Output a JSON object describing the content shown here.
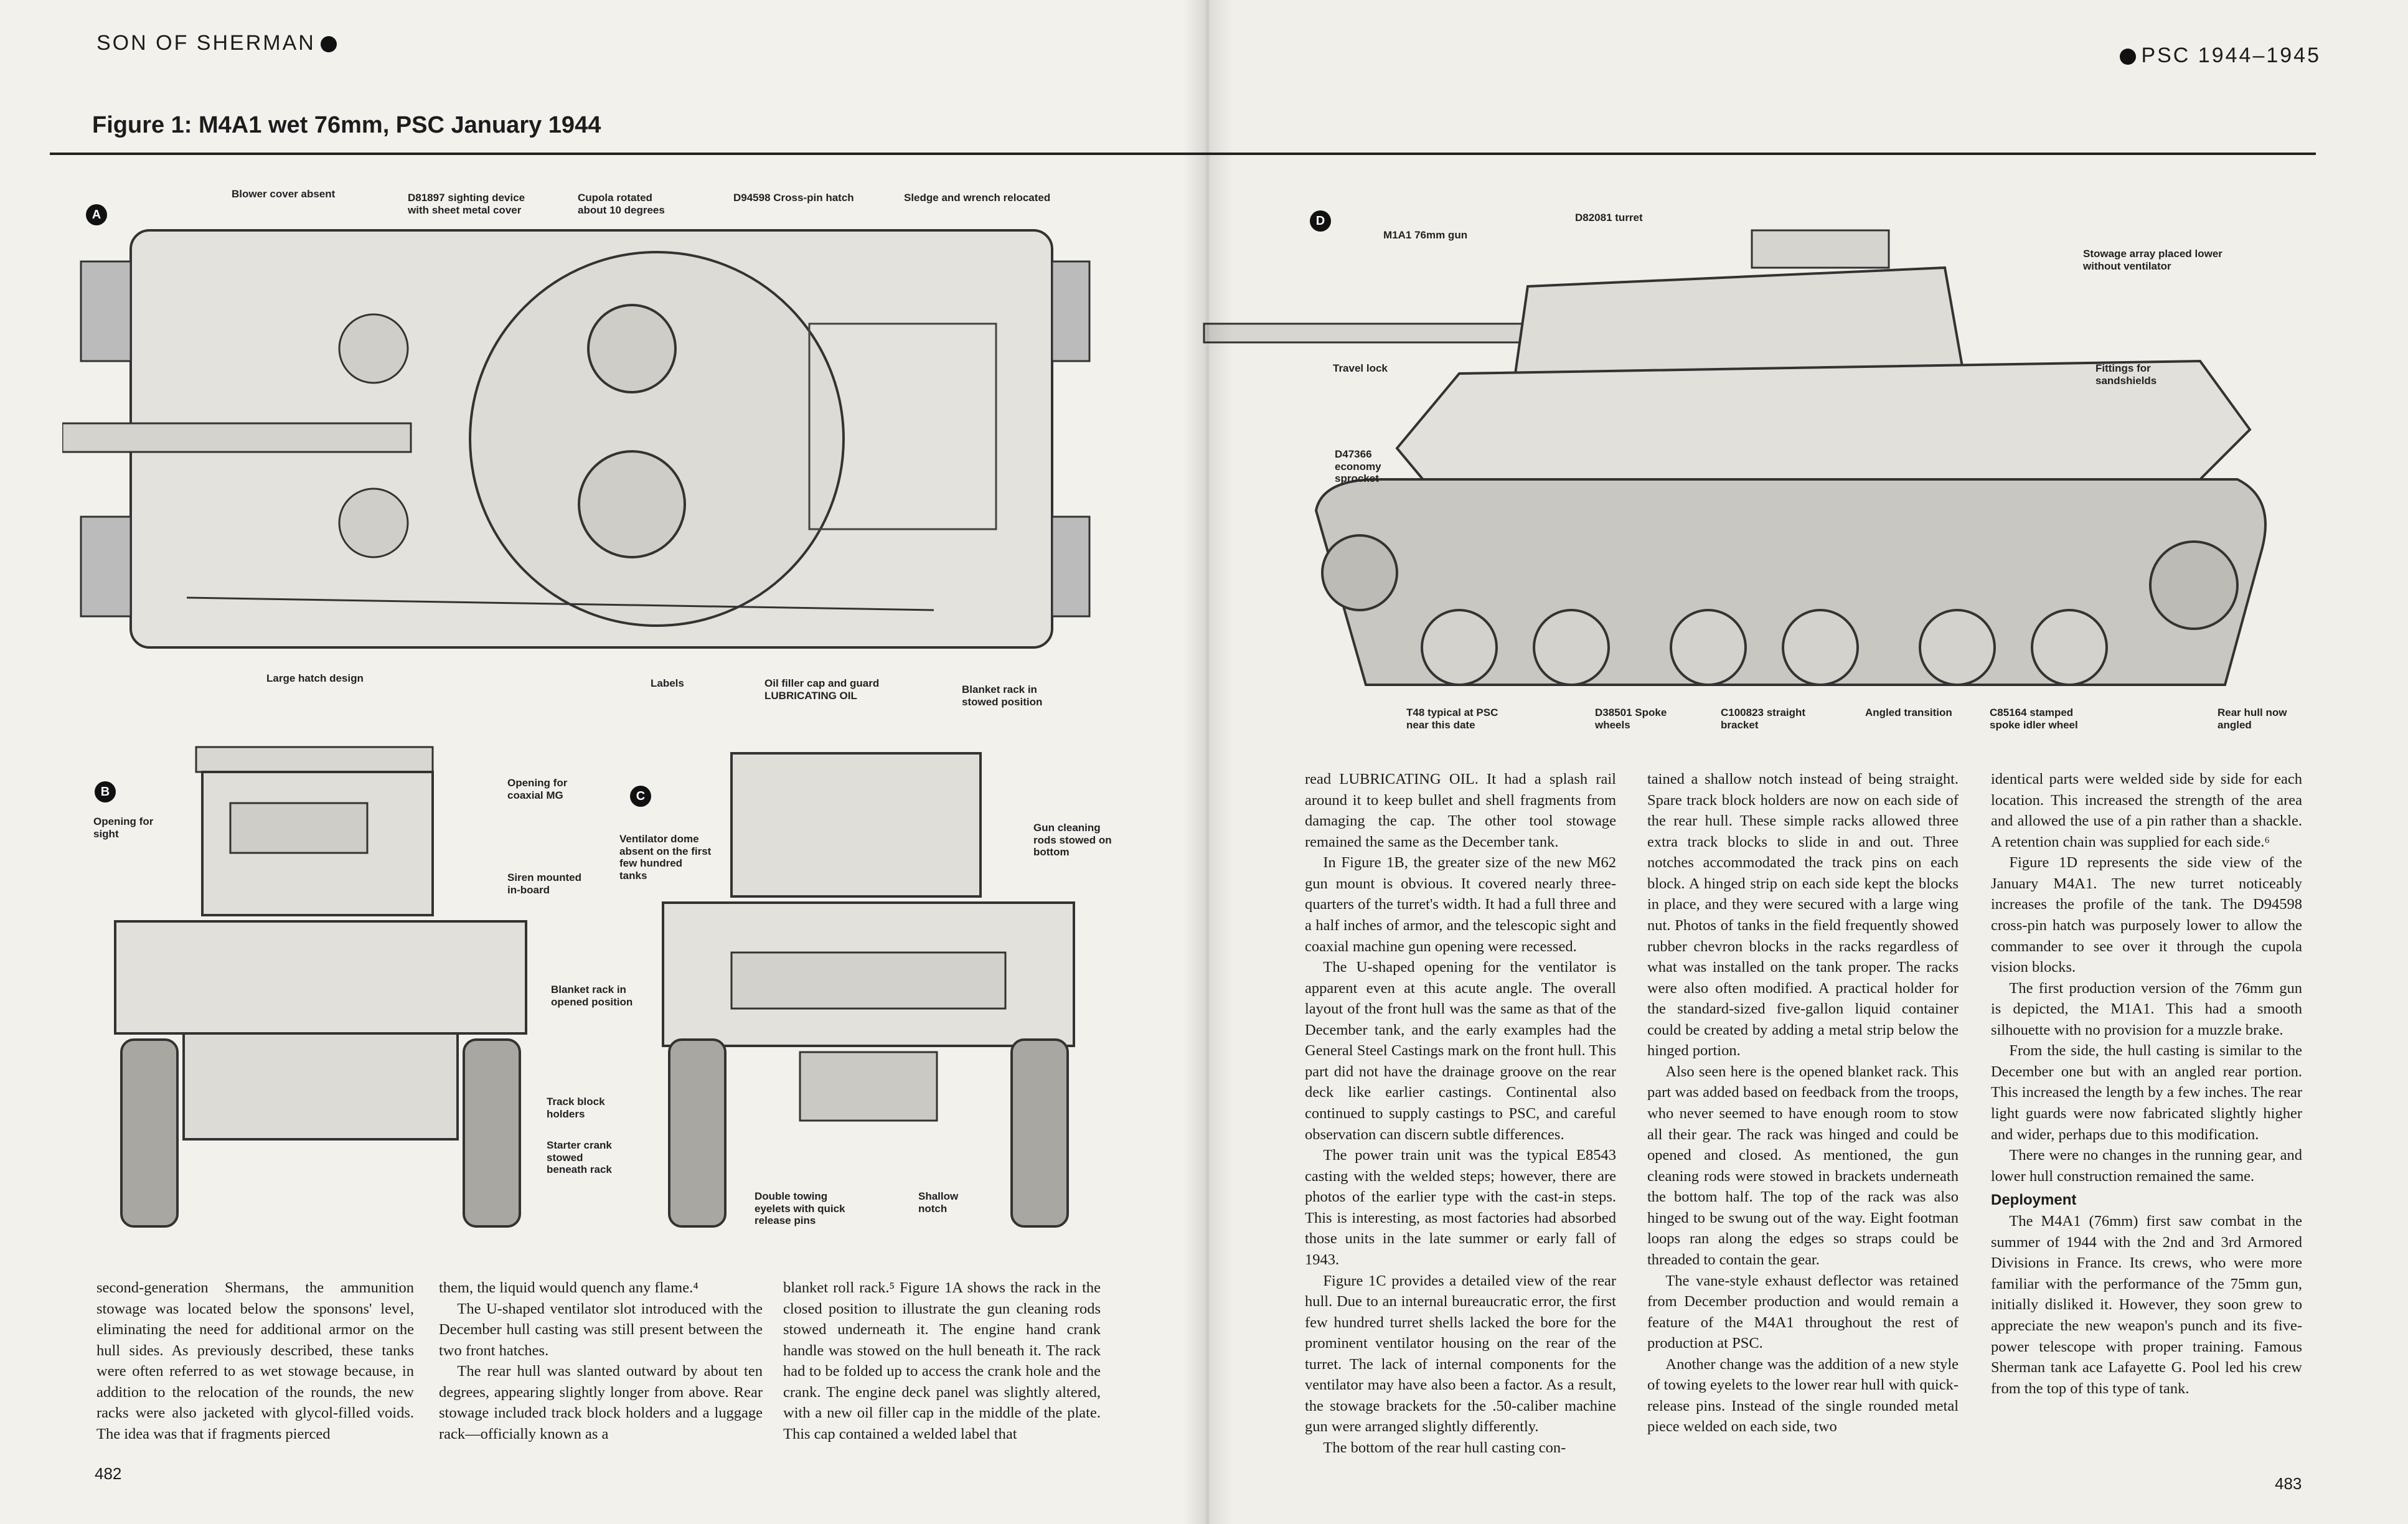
{
  "header": {
    "left": "SON OF SHERMAN",
    "right": "PSC 1944–1945",
    "figure_title": "Figure 1: M4A1 wet 76mm, PSC January 1944"
  },
  "plates": {
    "A": "A",
    "B": "B",
    "C": "C",
    "D": "D"
  },
  "callouts": {
    "blower": "Blower cover absent",
    "sight": "D81897 sighting device with sheet metal cover",
    "cupola": "Cupola rotated about 10 degrees",
    "hatch": "D94598 Cross-pin hatch",
    "sledge": "Sledge and wrench relocated",
    "large_hatch": "Large hatch design",
    "labels": "Labels",
    "oil": "Oil filler cap and guard LUBRICATING OIL",
    "blanket_stowed": "Blanket rack in stowed position",
    "opening_sight": "Opening for sight",
    "opening_mg": "Opening for coaxial MG",
    "siren": "Siren mounted in-board",
    "blanket_open": "Blanket rack in opened position",
    "track_block": "Track block holders",
    "starter": "Starter crank stowed beneath rack",
    "ventilator": "Ventilator dome absent on the first few hundred tanks",
    "gun_rods": "Gun cleaning rods stowed on bottom",
    "towing": "Double towing eyelets with quick release pins",
    "shallow": "Shallow notch",
    "gun": "M1A1 76mm gun",
    "turret": "D82081 turret",
    "stowage": "Stowage array placed lower without ventilator",
    "travel_lock": "Travel lock",
    "fittings": "Fittings for sandshields",
    "sprocket": "D47366 economy sprocket",
    "t48": "T48 typical at PSC near this date",
    "spoke": "D38501 Spoke wheels",
    "bracket": "C100823 straight bracket",
    "angled": "Angled transition",
    "idler": "C85164 stamped spoke idler wheel",
    "rear_hull": "Rear hull now angled"
  },
  "text": {
    "left_col1": [
      "second-generation Shermans, the ammunition stowage was located below the sponsons' level, eliminating the need for additional armor on the hull sides. As previously described, these tanks were often referred to as wet stowage because, in addition to the relocation of the rounds, the new racks were also jacketed with glycol-filled voids. The idea was that if fragments pierced"
    ],
    "left_col2": [
      "them, the liquid would quench any flame.⁴",
      "The U-shaped ventilator slot introduced with the December hull casting was still present between the two front hatches.",
      "The rear hull was slanted outward by about ten degrees, appearing slightly longer from above. Rear stowage included track block holders and a luggage rack—officially known as a"
    ],
    "left_col3": [
      "blanket roll rack.⁵ Figure 1A shows the rack in the closed position to illustrate the gun cleaning rods stowed underneath it. The engine hand crank handle was stowed on the hull beneath it. The rack had to be folded up to access the crank hole and the crank. The engine deck panel was slightly altered, with a new oil filler cap in the middle of the plate. This cap contained a welded label that"
    ],
    "right_col1": [
      "read LUBRICATING OIL. It had a splash rail around it to keep bullet and shell fragments from damaging the cap. The other tool stowage remained the same as the December tank.",
      "In Figure 1B, the greater size of the new M62 gun mount is obvious. It covered nearly three-quarters of the turret's width. It had a full three and a half inches of armor, and the telescopic sight and coaxial machine gun opening were recessed.",
      "The U-shaped opening for the ventilator is apparent even at this acute angle. The overall layout of the front hull was the same as that of the December tank, and the early examples had the General Steel Castings mark on the front hull. This part did not have the drainage groove on the rear deck like earlier castings. Continental also continued to supply castings to PSC, and careful observation can discern subtle differences.",
      "The power train unit was the typical E8543 casting with the welded steps; however, there are photos of the earlier type with the cast-in steps. This is interesting, as most factories had absorbed those units in the late summer or early fall of 1943.",
      "Figure 1C provides a detailed view of the rear hull. Due to an internal bureaucratic error, the first few hundred turret shells lacked the bore for the prominent ventilator housing on the rear of the turret. The lack of internal components for the ventilator may have also been a factor. As a result, the stowage brackets for the .50-caliber machine gun were arranged slightly differently.",
      "The bottom of the rear hull casting con-"
    ],
    "right_col2": [
      "tained a shallow notch instead of being straight. Spare track block holders are now on each side of the rear hull. These simple racks allowed three extra track blocks to slide in and out. Three notches accommodated the track pins on each block. A hinged strip on each side kept the blocks in place, and they were secured with a large wing nut. Photos of tanks in the field frequently showed rubber chevron blocks in the racks regardless of what was installed on the tank proper. The racks were also often modified. A practical holder for the standard-sized five-gallon liquid container could be created by adding a metal strip below the hinged portion.",
      "Also seen here is the opened blanket rack. This part was added based on feedback from the troops, who never seemed to have enough room to stow all their gear. The rack was hinged and could be opened and closed. As mentioned, the gun cleaning rods were stowed in brackets underneath the bottom half. The top of the rack was also hinged to be swung out of the way. Eight footman loops ran along the edges so straps could be threaded to contain the gear.",
      "The vane-style exhaust deflector was retained from December production and would remain a feature of the M4A1 throughout the rest of production at PSC.",
      "Another change was the addition of a new style of towing eyelets to the lower rear hull with quick-release pins. Instead of the single rounded metal piece welded on each side, two"
    ],
    "right_col3": [
      "identical parts were welded side by side for each location. This increased the strength of the area and allowed the use of a pin rather than a shackle. A retention chain was supplied for each side.⁶",
      "Figure 1D represents the side view of the January M4A1. The new turret noticeably increases the profile of the tank. The D94598 cross-pin hatch was purposely lower to allow the commander to see over it through the cupola vision blocks.",
      "The first production version of the 76mm gun is depicted, the M1A1. This had a smooth silhouette with no provision for a muzzle brake.",
      "From the side, the hull casting is similar to the December one but with an angled rear portion. This increased the length by a few inches. The rear light guards were now fabricated slightly higher and wider, perhaps due to this modification.",
      "There were no changes in the running gear, and lower hull construction remained the same."
    ],
    "right_col3_heading": "Deployment",
    "right_col3_after": [
      "The M4A1 (76mm) first saw combat in the summer of 1944 with the 2nd and 3rd Armored Divisions in France. Its crews, who were more familiar with the performance of the 75mm gun, initially disliked it. However, they soon grew to appreciate the new weapon's punch and its five-power telescope with proper training. Famous Sherman tank ace Lafayette G. Pool led his crew from the top of this type of tank."
    ]
  },
  "page_numbers": {
    "left": "482",
    "right": "483"
  }
}
